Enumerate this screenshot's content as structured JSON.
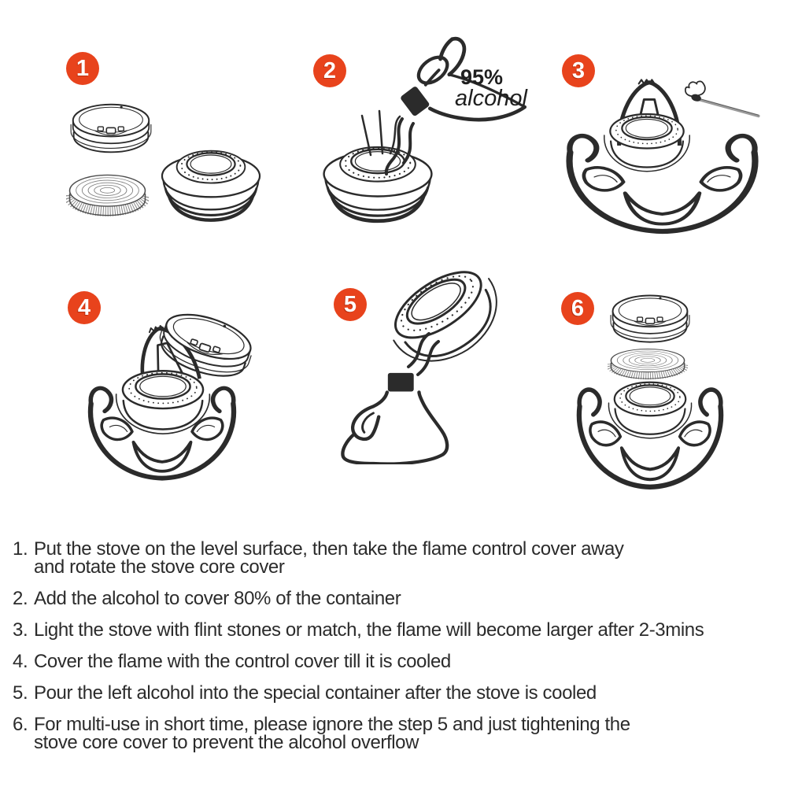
{
  "colors": {
    "badge_bg": "#E8431C",
    "badge_text": "#FFFFFF",
    "ink": "#2B2B2B"
  },
  "steps": [
    {
      "number": "1",
      "alt": "stove body with flame control cover and stove core removed"
    },
    {
      "number": "2",
      "alt": "bottle pouring alcohol into the stove container"
    },
    {
      "number": "3",
      "alt": "lighting the stove with a match"
    },
    {
      "number": "4",
      "alt": "placing the flame control cover onto the burning stove"
    },
    {
      "number": "5",
      "alt": "pouring the left alcohol back into a container bottle"
    },
    {
      "number": "6",
      "alt": "stove with core and cover stacked for tightening"
    }
  ],
  "step2_labels": {
    "percent": "95%",
    "name": "alcohol"
  },
  "instructions": [
    {
      "number": "1.",
      "text": "Put the stove on the level surface, then take the flame control cover away\nand rotate the stove core cover"
    },
    {
      "number": "2.",
      "text": "Add the alcohol to cover 80% of the container"
    },
    {
      "number": "3.",
      "text": "Light the stove with flint stones or match, the flame will become larger after 2-3mins"
    },
    {
      "number": "4.",
      "text": "Cover the flame with the control cover till it is cooled"
    },
    {
      "number": "5.",
      "text": "Pour the left alcohol into the special container after the stove is cooled"
    },
    {
      "number": "6.",
      "text": "For multi-use in short time, please ignore the step 5 and just tightening the\nstove core cover to prevent the alcohol overflow"
    }
  ]
}
